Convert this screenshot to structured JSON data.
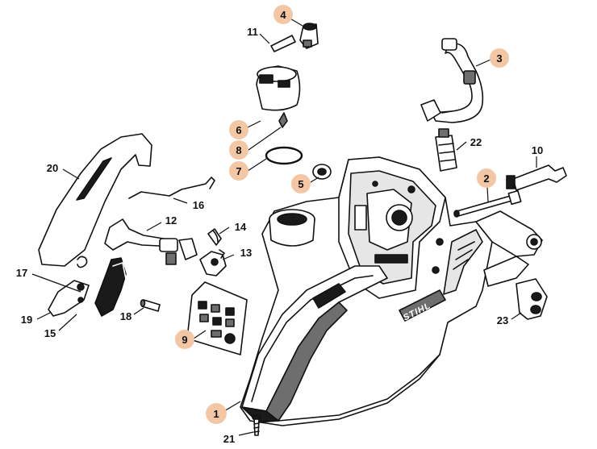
{
  "diagram": {
    "brand": "STIHL",
    "highlight_color": "#f4c7a4",
    "ink_color": "#111111",
    "callouts": [
      {
        "num": "1",
        "highlighted": true
      },
      {
        "num": "2",
        "highlighted": true
      },
      {
        "num": "3",
        "highlighted": true
      },
      {
        "num": "4",
        "highlighted": true
      },
      {
        "num": "5",
        "highlighted": true
      },
      {
        "num": "6",
        "highlighted": true
      },
      {
        "num": "7",
        "highlighted": true
      },
      {
        "num": "8",
        "highlighted": true
      },
      {
        "num": "9",
        "highlighted": true
      },
      {
        "num": "10",
        "highlighted": false
      },
      {
        "num": "11",
        "highlighted": false
      },
      {
        "num": "12",
        "highlighted": false
      },
      {
        "num": "13",
        "highlighted": false
      },
      {
        "num": "14",
        "highlighted": false
      },
      {
        "num": "15",
        "highlighted": false
      },
      {
        "num": "16",
        "highlighted": false
      },
      {
        "num": "17",
        "highlighted": false
      },
      {
        "num": "18",
        "highlighted": false
      },
      {
        "num": "19",
        "highlighted": false
      },
      {
        "num": "20",
        "highlighted": false
      },
      {
        "num": "21",
        "highlighted": false
      },
      {
        "num": "22",
        "highlighted": false
      },
      {
        "num": "23",
        "highlighted": false
      }
    ]
  }
}
